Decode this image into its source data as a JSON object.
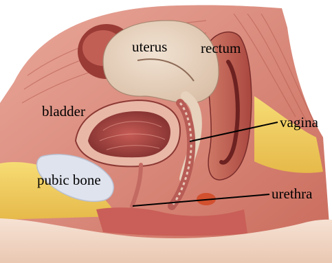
{
  "labels": {
    "uterus": "uterus",
    "rectum": "rectum",
    "bladder": "bladder",
    "vagina": "vagina",
    "pubic_bone": "pubic bone",
    "urethra": "urethra"
  },
  "colors": {
    "skin": "#f3d6c3",
    "muscle": "#c9685a",
    "muscle_dark": "#8e3a36",
    "uterus_tissue": "#e7d2bd",
    "bladder_inner": "#b7504d",
    "fat": "#f0cf5a",
    "bone": "#dfe3ee",
    "leader_line": "#000000"
  }
}
